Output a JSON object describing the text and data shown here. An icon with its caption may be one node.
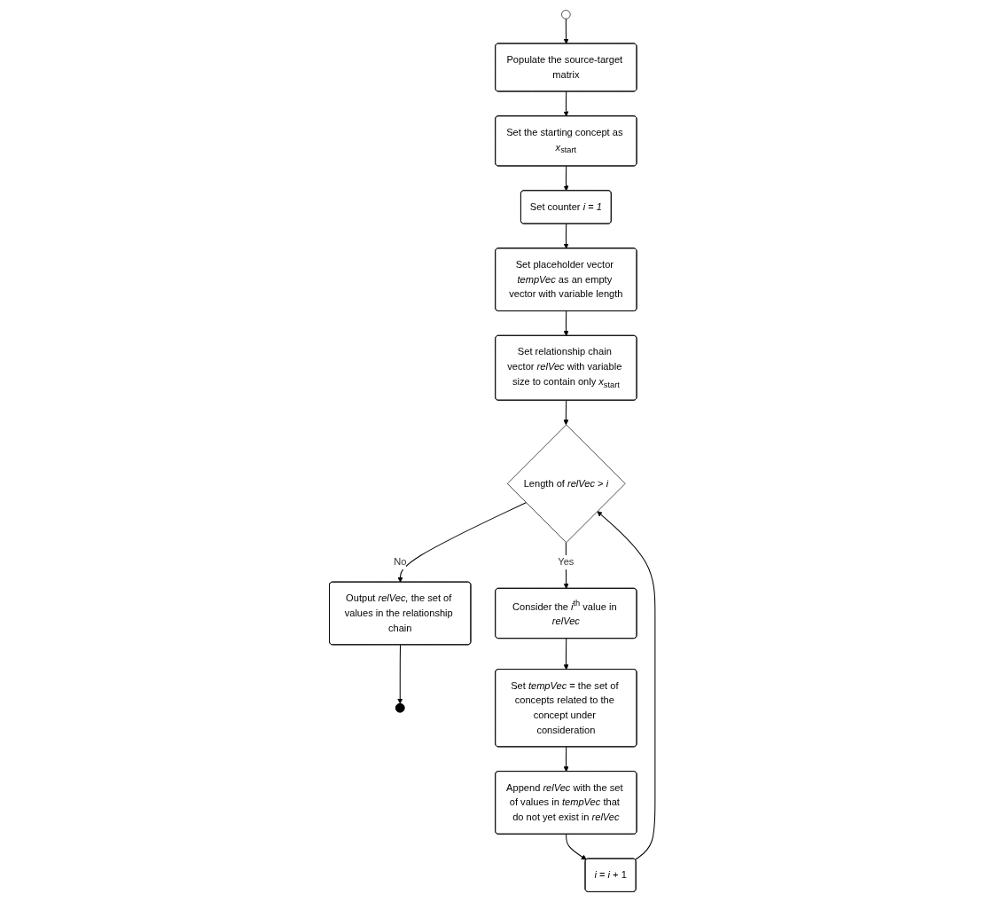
{
  "diagram": {
    "nodes": [
      {
        "text": [],
        "shape": "circle"
      },
      {
        "text": [
          "Populate the source-target matrix"
        ]
      },
      {
        "text": [
          "Set the starting concept as *x*$_{start}$"
        ]
      },
      {
        "text": [
          "Set counter *i* = *1*"
        ]
      },
      {
        "text": [
          "Set placeholder vector *tempVec* as an empty vector with variable length"
        ]
      },
      {
        "text": [
          "Set relationship chain vector *relVec* with variable size to contain only *x*$_{start}$"
        ]
      },
      {
        "text": [
          "Length of *relVec* > *i*"
        ]
      },
      {
        "text": [
          "Output *relVec,* the set of values in the relationship chain"
        ]
      },
      {
        "text": [],
        "shape": "circle"
      },
      {
        "text": [
          "*i* = *i* + 1"
        ]
      },
      {
        "text": [
          "Consider the *i*$^{th}$ value in *relVec*"
        ]
      },
      {
        "text": [
          "Append *relVec* with the set of values in *tempVec* that do not yet exist in *relVec*"
        ]
      },
      {
        "text": [
          "Set *tempVec* = the set of concepts related to the concept under consideration"
        ]
      }
    ],
    "edges": [
      {
        "from": 0,
        "to": 1,
        "arrow": "to"
      },
      {
        "from": 1,
        "to": 2,
        "arrow": "to"
      },
      {
        "from": 2,
        "to": 3,
        "arrow": "to"
      },
      {
        "from": 3,
        "to": 4,
        "arrow": "to"
      },
      {
        "from": 4,
        "to": 5,
        "arrow": "to"
      },
      {
        "from": 5,
        "to": 6,
        "arrow": "to"
      },
      {
        "from": 6,
        "to": 7,
        "label": "No",
        "arrow": "to"
      },
      {
        "from": 7,
        "to": 8,
        "arrow": "to"
      },
      {
        "from": 6,
        "to": 10,
        "label": "Yes",
        "arrow": "to"
      },
      {
        "from": 10,
        "to": 12,
        "arrow": "to"
      },
      {
        "from": 12,
        "to": 11,
        "arrow": "to"
      },
      {
        "from": 11,
        "to": 9,
        "arrow": "to"
      },
      {
        "from": 9,
        "to": 6,
        "arrow": "to"
      }
    ]
  }
}
